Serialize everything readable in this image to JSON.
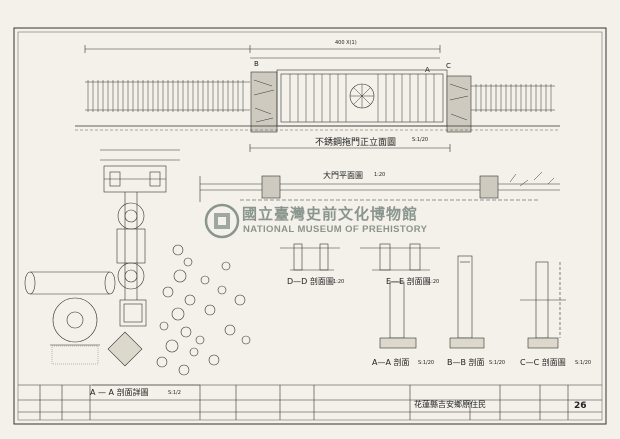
{
  "watermark": {
    "chinese": "國立臺灣史前文化博物館",
    "english": "NATIONAL MUSEUM OF PREHISTORY"
  },
  "drawing": {
    "elevation_title": "不銹鋼拖門正立面圖",
    "elevation_scale": "S:1/20",
    "elevation_sub": "",
    "dim_top_left": "",
    "dim_top_right": "400 X(1)",
    "label_A_top": "A",
    "label_B_top": "B",
    "label_C_top": "C",
    "plan_title": "大門平面圖",
    "plan_scale": "1:20",
    "section_dd": "D—D 剖面圖",
    "section_dd_scale": "1:20",
    "section_ee": "E—E 剖面圖",
    "section_ee_scale": "1:20",
    "section_aa": "A—A 剖面",
    "section_aa_scale": "S:1/20",
    "section_bb": "B—B 剖面",
    "section_bb_scale": "S:1/20",
    "section_cc": "C—C 剖面圖",
    "section_cc_scale": "S:1/20",
    "detail_title": "A — A 剖面詳圖",
    "detail_scale": "S:1/2"
  },
  "title_block": {
    "project": "花蓮縣吉安鄉原住民",
    "sheet_no": "26"
  }
}
